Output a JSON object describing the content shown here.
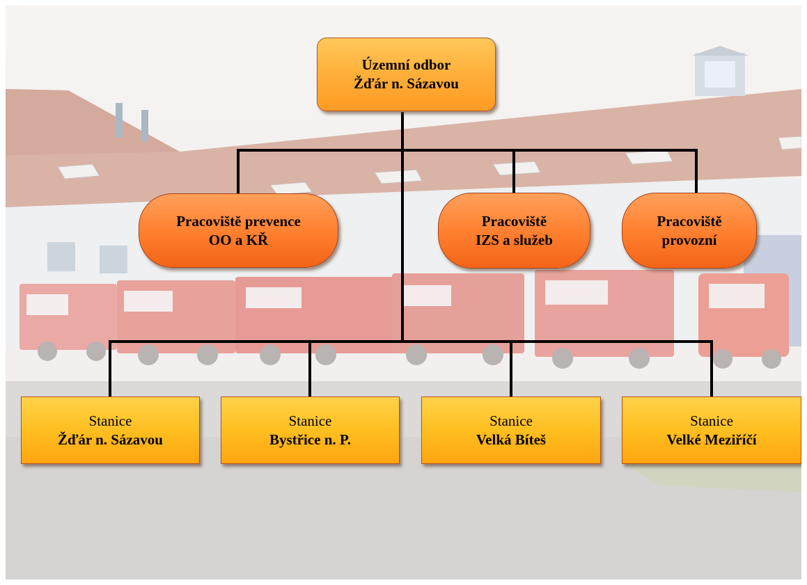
{
  "root": {
    "line1": "Územní odbor",
    "line2": "Žďár n. Sázavou"
  },
  "departments": [
    {
      "line1": "Pracoviště prevence",
      "line2": "OO a KŘ"
    },
    {
      "line1": "Pracoviště",
      "line2": "IZS a služeb"
    },
    {
      "line1": "Pracoviště",
      "line2": "provozní"
    }
  ],
  "stations": [
    {
      "line1": "Stanice",
      "line2": "Žďár n. Sázavou"
    },
    {
      "line1": "Stanice",
      "line2": "Bystřice n. P."
    },
    {
      "line1": "Stanice",
      "line2": "Velká Bíteš"
    },
    {
      "line1": "Stanice",
      "line2": "Velké Meziříčí"
    }
  ],
  "colors": {
    "station_fill": "#ffbf21",
    "root_fill": "#ffaf3a",
    "department_fill": "#ff7e2e",
    "connector": "#000000"
  }
}
